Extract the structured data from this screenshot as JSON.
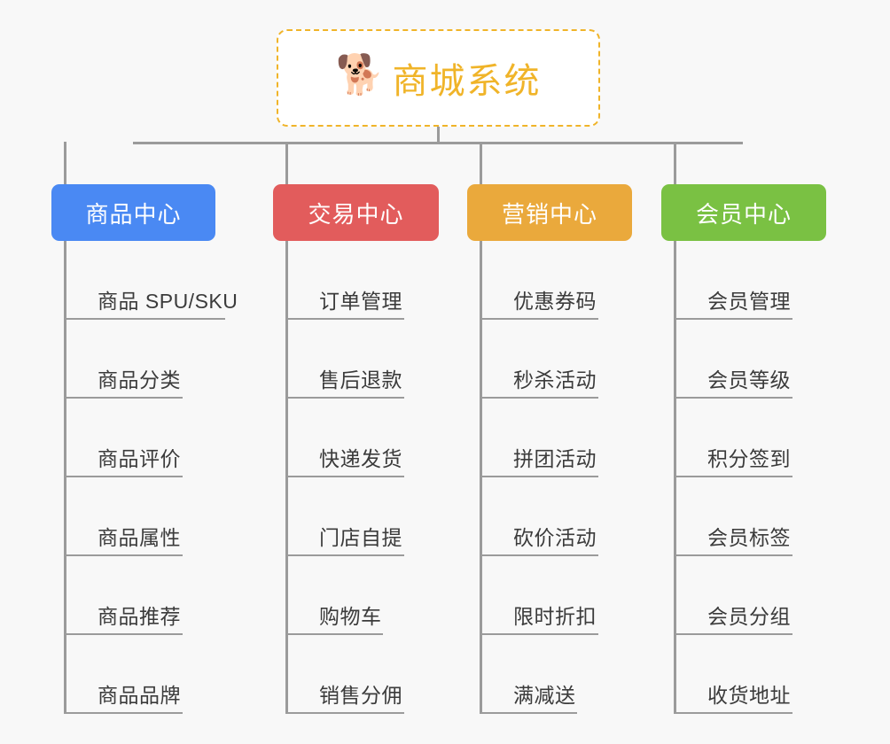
{
  "canvas": {
    "background_color": "#f8f8f8",
    "connector_color": "#9b9b9b"
  },
  "root": {
    "title": "商城系统",
    "icon": "shiba-dog-face-emoji",
    "emoji": "🐕",
    "text_color": "#f0b429",
    "border_color": "#f0b429",
    "background_color": "#ffffff",
    "border_style": "dashed"
  },
  "branches": [
    {
      "label": "商品中心",
      "color": "#4a89f3",
      "text_color": "#ffffff",
      "items": [
        {
          "label": "商品 SPU/SKU"
        },
        {
          "label": "商品分类"
        },
        {
          "label": "商品评价"
        },
        {
          "label": "商品属性"
        },
        {
          "label": "商品推荐"
        },
        {
          "label": "商品品牌"
        }
      ]
    },
    {
      "label": "交易中心",
      "color": "#e25c5c",
      "text_color": "#ffffff",
      "items": [
        {
          "label": "订单管理"
        },
        {
          "label": "售后退款"
        },
        {
          "label": "快递发货"
        },
        {
          "label": "门店自提"
        },
        {
          "label": "购物车"
        },
        {
          "label": "销售分佣"
        }
      ]
    },
    {
      "label": "营销中心",
      "color": "#eaa93c",
      "text_color": "#ffffff",
      "items": [
        {
          "label": "优惠券码"
        },
        {
          "label": "秒杀活动"
        },
        {
          "label": "拼团活动"
        },
        {
          "label": "砍价活动"
        },
        {
          "label": "限时折扣"
        },
        {
          "label": "满减送"
        }
      ]
    },
    {
      "label": "会员中心",
      "color": "#7ac143",
      "text_color": "#ffffff",
      "items": [
        {
          "label": "会员管理"
        },
        {
          "label": "会员等级"
        },
        {
          "label": "积分签到"
        },
        {
          "label": "会员标签"
        },
        {
          "label": "会员分组"
        },
        {
          "label": "收货地址"
        }
      ]
    }
  ]
}
